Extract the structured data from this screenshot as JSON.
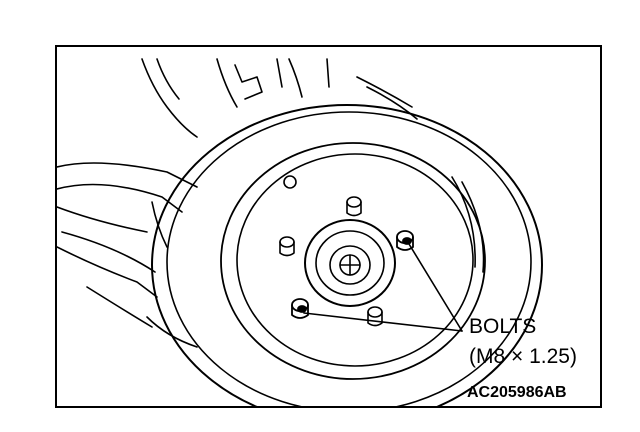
{
  "figure": {
    "callout_label": "BOLTS",
    "callout_spec": "(M8 × 1.25)",
    "figure_code": "AC205986AB"
  },
  "colors": {
    "line": "#000000",
    "background": "#ffffff"
  }
}
